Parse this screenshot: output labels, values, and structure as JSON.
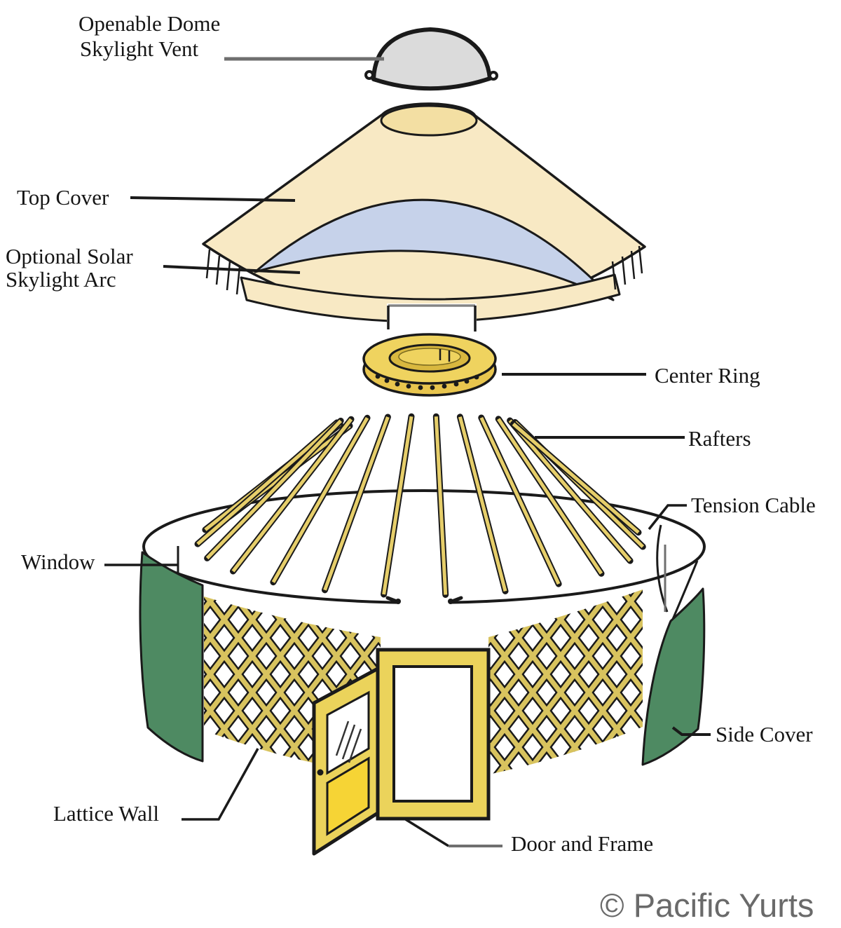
{
  "labels": {
    "dome_skylight": {
      "line1": "Openable Dome",
      "line2": "Skylight Vent"
    },
    "top_cover": "Top Cover",
    "solar_arc": {
      "line1": "Optional Solar",
      "line2": "Skylight Arc"
    },
    "center_ring": "Center Ring",
    "rafters": "Rafters",
    "tension_cable": "Tension Cable",
    "window": "Window",
    "side_cover": "Side Cover",
    "lattice_wall": "Lattice Wall",
    "door_frame": "Door and Frame"
  },
  "credit": "© Pacific Yurts",
  "colors": {
    "canvas": "#ffffff",
    "cream": "#F8E9C4",
    "cream_dark": "#F3DFA3",
    "blue_band": "#C6D2EA",
    "dome_gray": "#DBDBDB",
    "gold": "#E8C54E",
    "gold_light": "#EFD35F",
    "gold_hole": "#D9B83F",
    "rafter_fill": "#E6CE6A",
    "lattice_fill": "#D8C35E",
    "green_cover": "#4E8A62",
    "frame_yellow": "#EBD35B",
    "door_yellow": "#F6D435",
    "outline": "#1a1a1a",
    "leader_gray": "#6f6f6f",
    "notch_gray": "#858585",
    "credit_gray": "#6a6a6a"
  }
}
